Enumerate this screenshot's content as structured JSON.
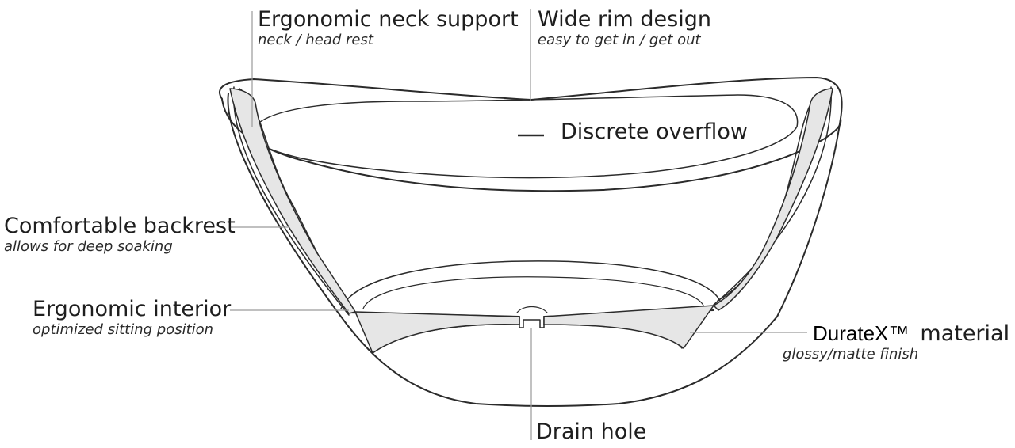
{
  "colors": {
    "line": "#2b2b2b",
    "leader": "#9a9a9a",
    "wall_fill": "#e6e6e6"
  },
  "labels": {
    "neck_support": {
      "title": "Ergonomic neck support",
      "subtitle": "neck / head rest"
    },
    "wide_rim": {
      "title": "Wide rim design",
      "subtitle": "easy to get in / get out"
    },
    "overflow": {
      "title": "Discrete overflow"
    },
    "backrest": {
      "title": "Comfortable backrest",
      "subtitle": "allows for deep soaking"
    },
    "interior": {
      "title": "Ergonomic interior",
      "subtitle": "optimized sitting position"
    },
    "material": {
      "brand": "DurateX™",
      "title": "material",
      "subtitle": "glossy/matte finish"
    },
    "drain": {
      "title": "Drain hole"
    }
  }
}
